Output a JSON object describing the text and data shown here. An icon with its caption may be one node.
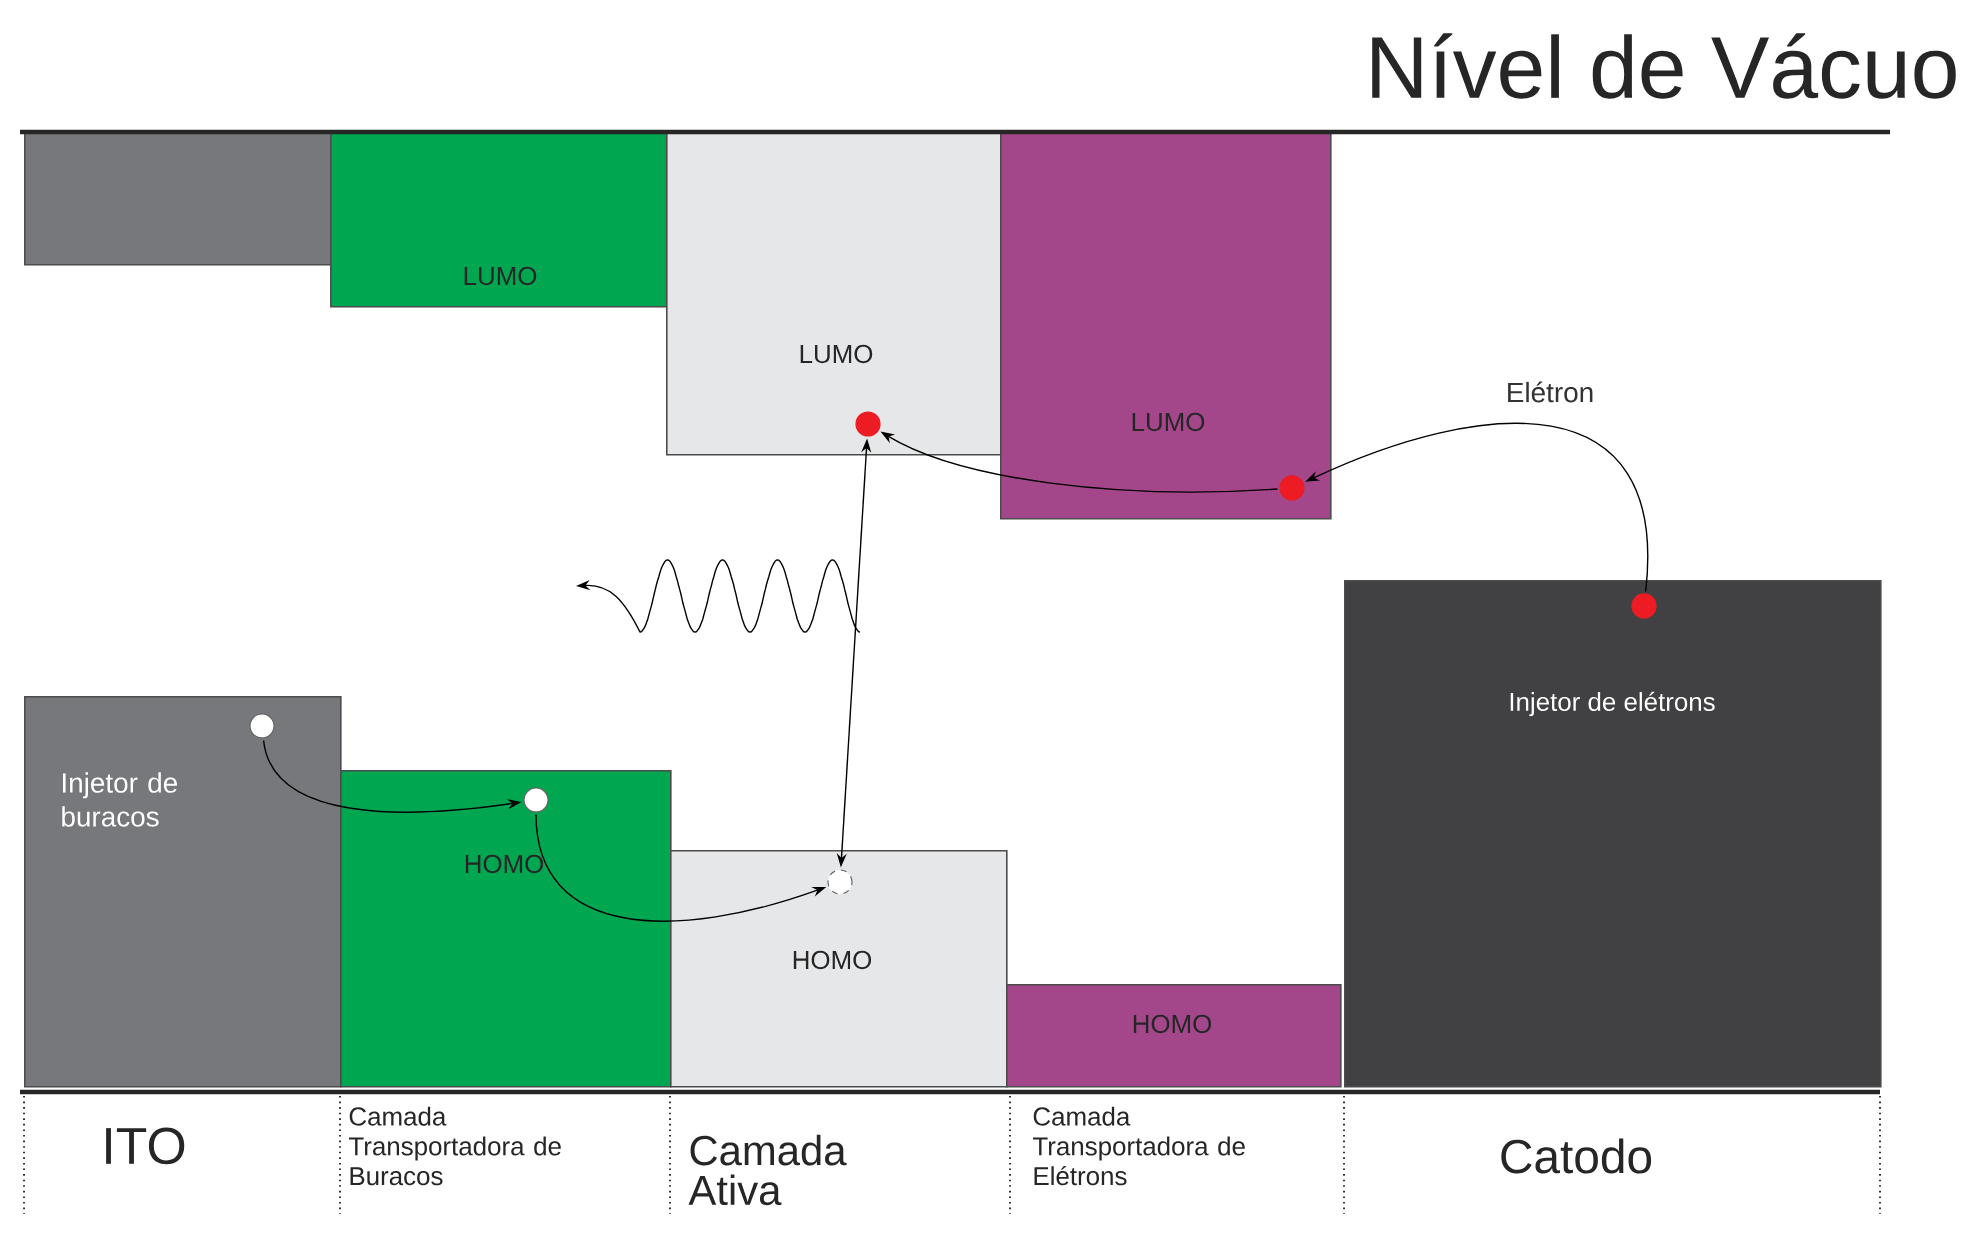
{
  "diagram": {
    "title": "Nível de Vácuo",
    "nodes": [
      {
        "text": [],
        "shape": "box"
      },
      {
        "text": [
          "LUMO"
        ]
      },
      {
        "text": [
          "LUMO"
        ]
      },
      {
        "text": [
          "LUMO"
        ]
      },
      {
        "text": [
          "Injetor de buracos"
        ]
      },
      {
        "text": [
          "HOMO"
        ]
      },
      {
        "text": [
          "HOMO"
        ]
      },
      {
        "text": [
          "HOMO"
        ]
      },
      {
        "text": [
          "Injetor de elétrons"
        ]
      },
      {
        "text": [],
        "shape": "circle",
        "in": 4
      },
      {
        "text": [],
        "shape": "circle",
        "in": 5
      },
      {
        "text": [],
        "shape": "circle",
        "in": 6
      },
      {
        "text": [],
        "shape": "circle",
        "in": 2
      },
      {
        "text": [],
        "shape": "circle",
        "in": 3
      },
      {
        "text": [],
        "shape": "circle",
        "in": 8
      }
    ],
    "edges": [
      {
        "from": 9,
        "to": 10,
        "arrow": "to"
      },
      {
        "from": 10,
        "to": 11,
        "arrow": "to"
      },
      {
        "from": 11,
        "to": 12,
        "arrow": "both"
      },
      {
        "from": 14,
        "to": 13,
        "arrow": "to",
        "label": "Elétron"
      },
      {
        "from": 13,
        "to": 12,
        "arrow": "to"
      }
    ],
    "labels": [
      "ITO",
      "Camada Transportadora de Buracos",
      "Camada Ativa",
      "Camada Transportadora de Elétrons",
      "Catodo"
    ]
  }
}
